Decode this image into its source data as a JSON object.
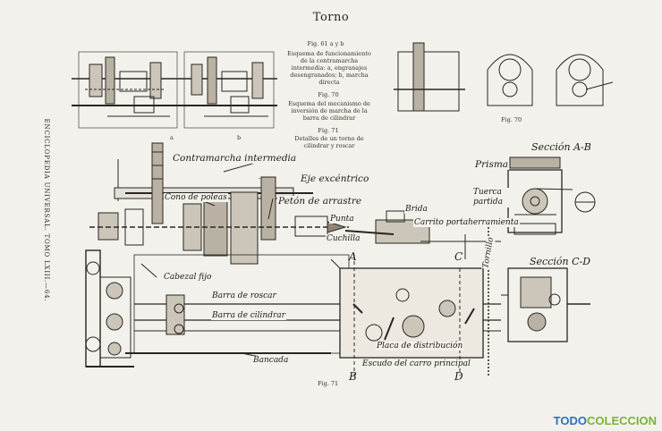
{
  "page": {
    "title": "Torno",
    "spine": "ENCICLOPEDIA UNIVERSAL. TOMO LXIII.—64."
  },
  "figures": {
    "fig_61": {
      "heading": "Fig. 61 a y b",
      "caption": "Esquema de funcionamiento de la contramarcha intermedia: a, engranajes desengranados; b, marcha directa",
      "label_a": "a",
      "label_b": "b"
    },
    "fig_70": {
      "heading": "Fig. 70",
      "caption": "Esquema del mecanismo de inversión de marcha de la barra de cilindrar",
      "label": "Fig. 70"
    },
    "fig_71": {
      "heading": "Fig. 71",
      "caption": "Detalles de un torno de cilindrar y roscar",
      "label": "Fig. 71"
    }
  },
  "callouts": {
    "contramarcha": "Contramarcha intermedia",
    "eje_excentrico": "Eje excéntrico",
    "cono_poleas": "Cono de poleas",
    "peton_arrastre": "Petón de arrastre",
    "punta": "Punta",
    "brida": "Brida",
    "carrito_portaherramienta": "Carrito portaherramienta",
    "cuchilla": "Cuchilla",
    "cabezal_fijo": "Cabezal fijo",
    "barra_roscar": "Barra de roscar",
    "barra_cilindrar": "Barra de cilindrar",
    "bancada": "Bancada",
    "placa_distribucion": "Placa de distribución",
    "escudo_carro": "Escudo del carro principal",
    "prisma": "Prisma",
    "tuerca_partida": "Tuerca partida",
    "tornillo": "Tornillo"
  },
  "sections": {
    "ab": "Sección A-B",
    "cd": "Sección C-D"
  },
  "letters": {
    "a": "A",
    "b": "B",
    "c": "C",
    "d": "D"
  },
  "watermark": "TODOCOLECCION"
}
